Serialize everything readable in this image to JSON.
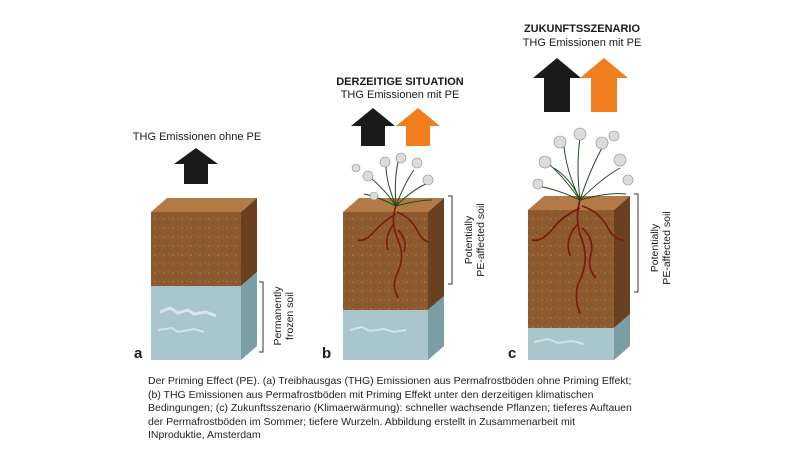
{
  "panels": [
    {
      "letter": "a",
      "arrow_label": "THG Emissionen ohne PE",
      "soil_label": [
        "Permanently",
        "frozen soil"
      ]
    },
    {
      "letter": "b",
      "heading": "DERZEITIGE SITUATION",
      "subheading": "THG Emissionen mit PE",
      "soil_label": [
        "Potentially",
        "PE-affected soil"
      ]
    },
    {
      "letter": "c",
      "heading": "ZUKUNFTSSZENARIO",
      "subheading": "THG Emissionen mit PE",
      "soil_label": [
        "Potentially",
        "PE-affected soil"
      ]
    }
  ],
  "caption_lines": [
    "Der Priming Effect (PE). (a) Treibhausgas (THG) Emissionen aus Permafrostböden ohne Priming Effekt;",
    "(b) THG Emissionen aus Permafrostböden mit Priming Effekt unter den derzeitigen klimatischen",
    "Bedingungen; (c) Zukunftsszenario (Klimaerwärmung): schneller wachsende Pflanzen; tieferes Auftauen",
    "der Permafrostböden im Sommer; tiefere Wurzeln. Abbildung erstellt in Zusammenarbeit mit",
    "INproduktie, Amsterdam"
  ],
  "colors": {
    "soil_top": "#b27a46",
    "soil_front": "#8c5a2e",
    "soil_side": "#6a4120",
    "ice_front": "#a9c6cc",
    "ice_side": "#7b9ea4",
    "black_arrow": "#1a1a1a",
    "orange_arrow": "#f07d1e",
    "roots": "#7a1a10"
  }
}
